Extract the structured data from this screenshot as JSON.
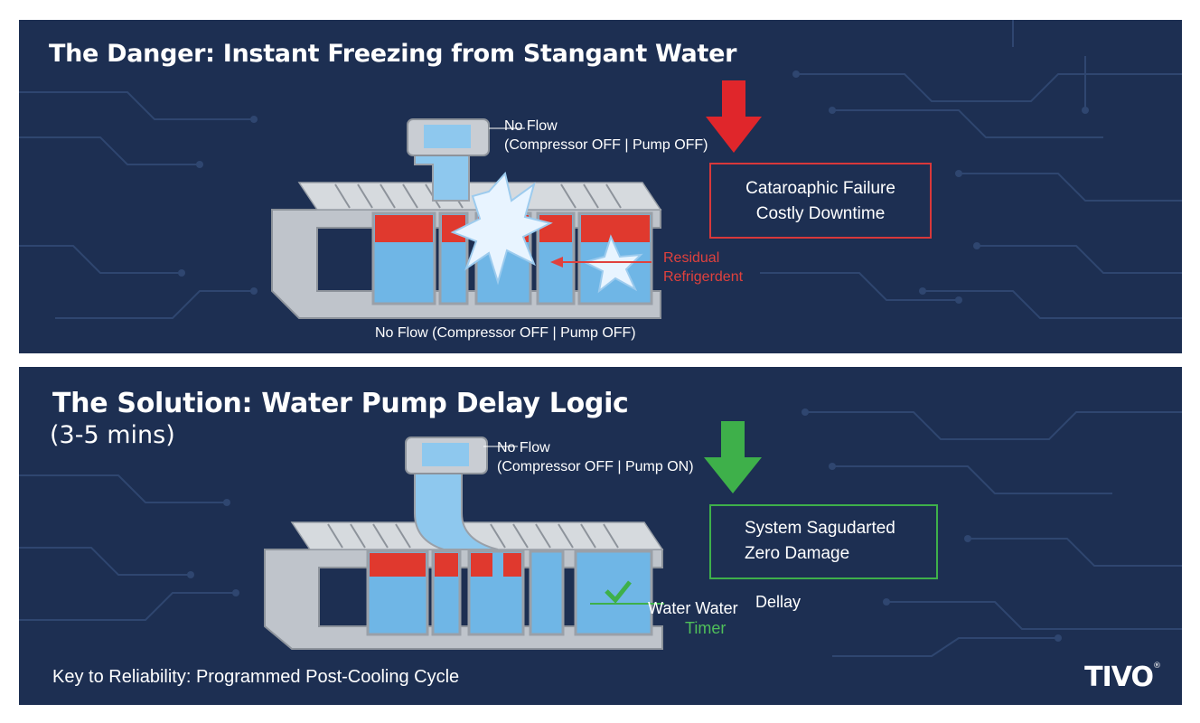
{
  "colors": {
    "panel_bg": "#1d2f52",
    "danger": "#d8383a",
    "success": "#3eb04a",
    "water": "#6fb6e6",
    "hot": "#e0392e",
    "metal": "#c9cdd3"
  },
  "danger_panel": {
    "title": "The Danger: Instant Freezing from Stangant Water",
    "callout_flow": {
      "line1": "No Flow",
      "line2": "(Compressor OFF | Pump OFF)"
    },
    "result_box": {
      "line1": "Cataroaphic Failure",
      "line2": "Costly Downtime"
    },
    "refrigerant_label": {
      "line1": "Residual",
      "line2": "Refrigerdent"
    },
    "bottom_label": "No Flow (Compressor OFF | Pump OFF)",
    "arrow_icon": "down-arrow-red"
  },
  "solution_panel": {
    "title": "The Solution: Water Pump Delay Logic",
    "subtitle": "(3-5 mins)",
    "callout_flow": {
      "line1": "No Flow",
      "line2": "(Compressor OFF | Pump ON)"
    },
    "result_box": {
      "line1": "System Sagudarted",
      "line2": "Zero Damage"
    },
    "timer_label": {
      "part1": "Water Water",
      "part2": "Dellay",
      "part3": "Timer"
    },
    "footer": "Key to Reliability: Programmed Post-Cooling Cycle",
    "logo": "TIVO",
    "arrow_icon": "down-arrow-green"
  }
}
